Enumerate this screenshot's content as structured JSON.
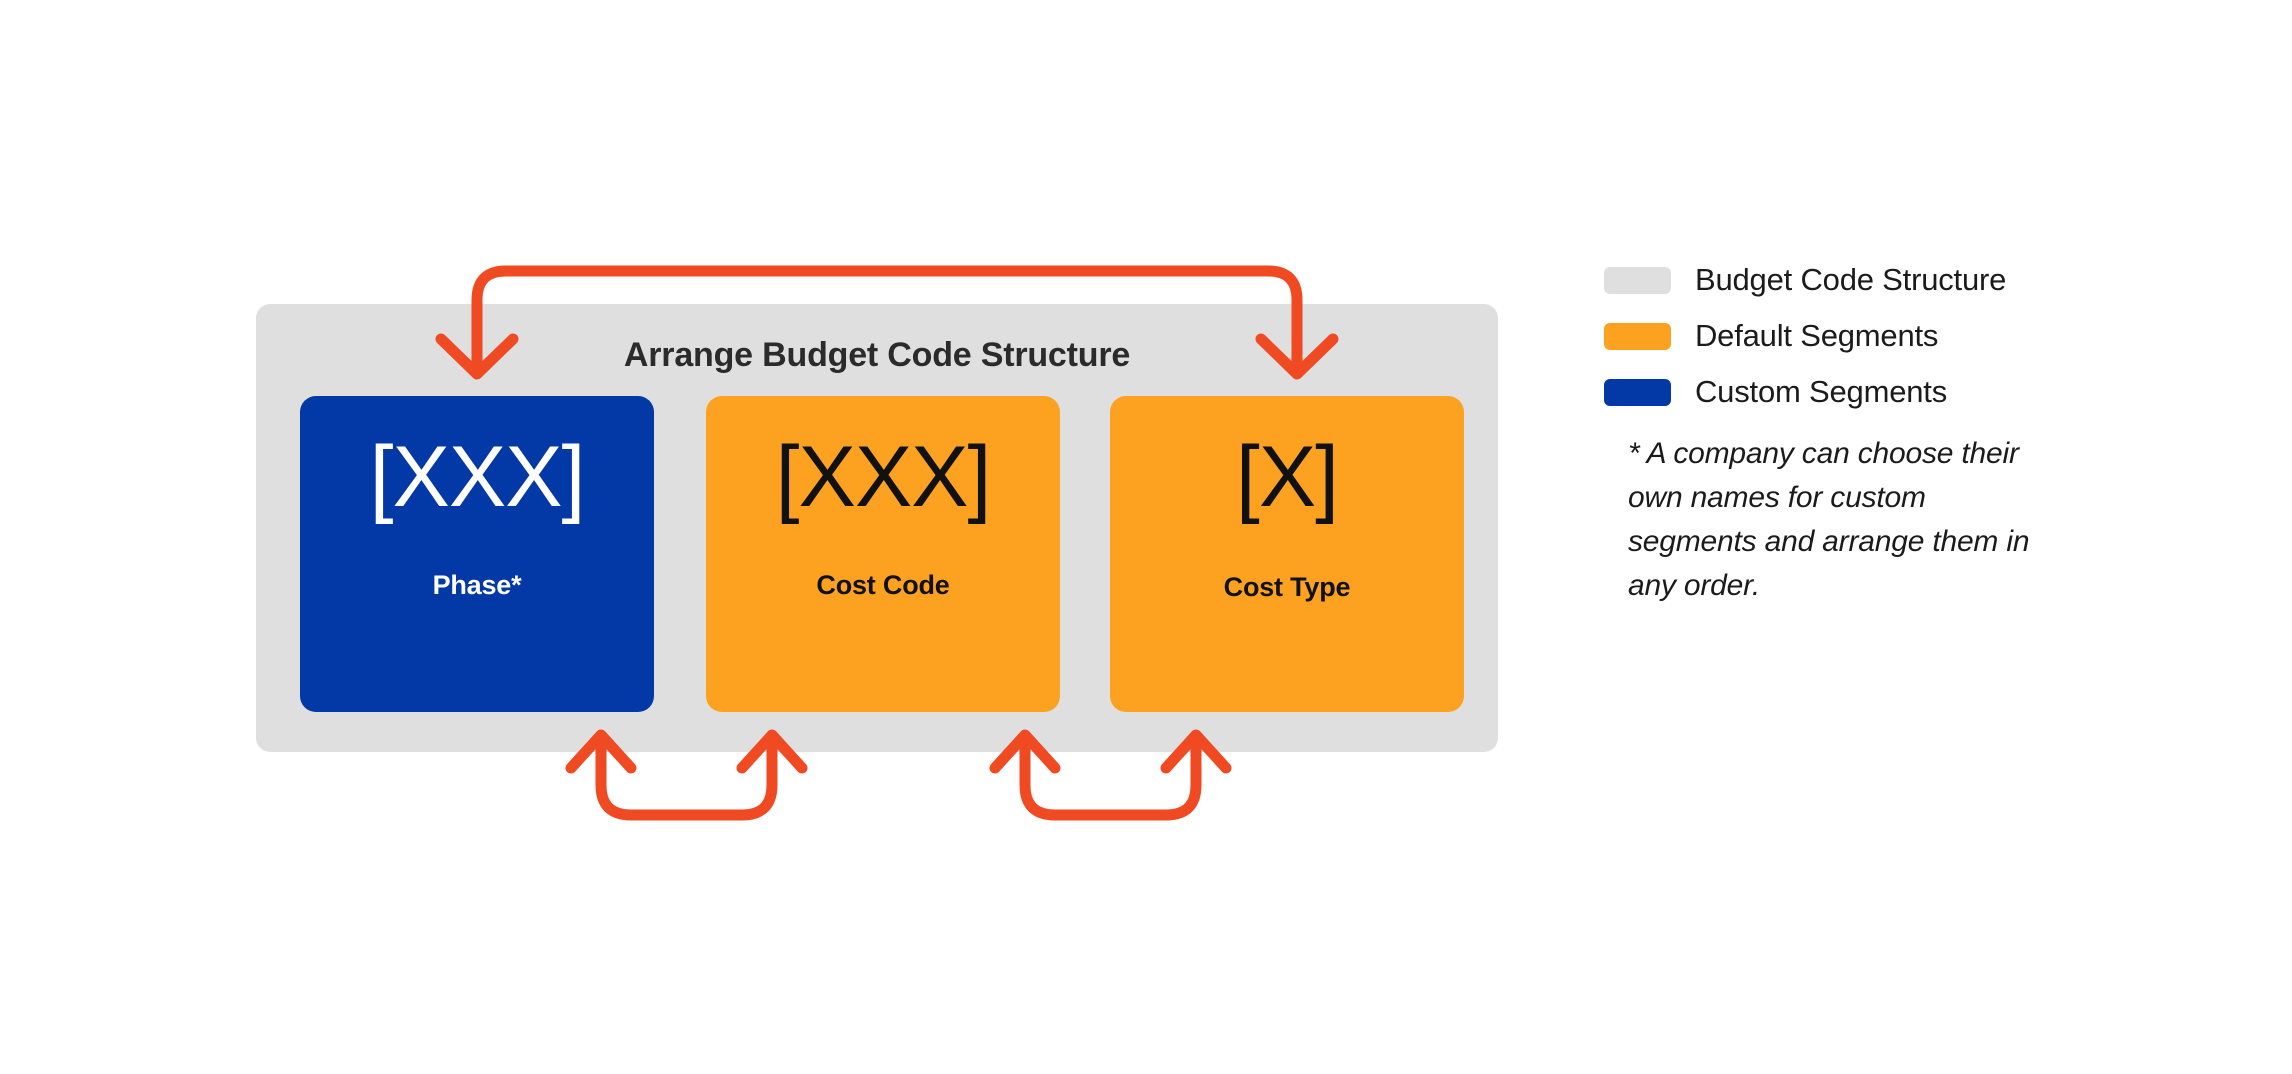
{
  "diagram": {
    "title": "Arrange Budget Code Structure",
    "segments": [
      {
        "code": "[XXX]",
        "name": "Phase*",
        "kind": "custom",
        "color": "#0339A6",
        "text_color": "#FFFFFF"
      },
      {
        "code": "[XXX]",
        "name": "Cost Code",
        "kind": "default",
        "color": "#FCA220",
        "text_color": "#111111"
      },
      {
        "code": "[X]",
        "name": "Cost Type",
        "kind": "default",
        "color": "#FCA220",
        "text_color": "#111111"
      }
    ],
    "panel_color": "#DFDFDF",
    "arrow_color": "#F04A23",
    "arrows": [
      {
        "name": "swap-phase-and-cost-type",
        "from": "Cost Type",
        "to": "Phase",
        "position": "top"
      },
      {
        "name": "swap-phase-and-cost-code",
        "from": "Phase",
        "to": "Cost Code",
        "position": "bottom"
      },
      {
        "name": "swap-cost-code-and-cost-type",
        "from": "Cost Code",
        "to": "Cost Type",
        "position": "bottom"
      }
    ]
  },
  "legend": {
    "items": [
      {
        "label": "Budget Code Structure",
        "color": "#DFDFDF"
      },
      {
        "label": "Default Segments",
        "color": "#FCA220"
      },
      {
        "label": "Custom Segments",
        "color": "#0339A6"
      }
    ],
    "note": "* A company can choose their own names for custom segments and arrange them in any order."
  }
}
